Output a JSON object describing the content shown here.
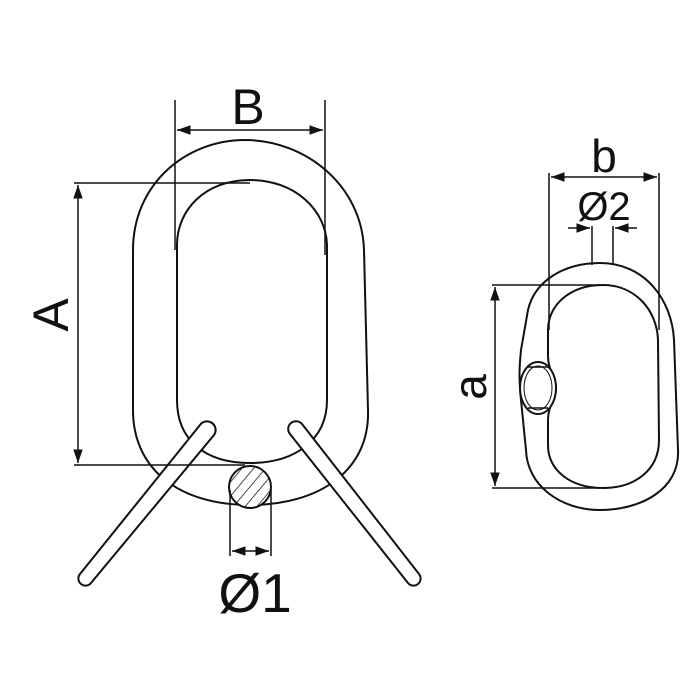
{
  "labels": {
    "B": "B",
    "A": "A",
    "d1": "Ø1",
    "b": "b",
    "d2": "Ø2",
    "a": "a"
  }
}
